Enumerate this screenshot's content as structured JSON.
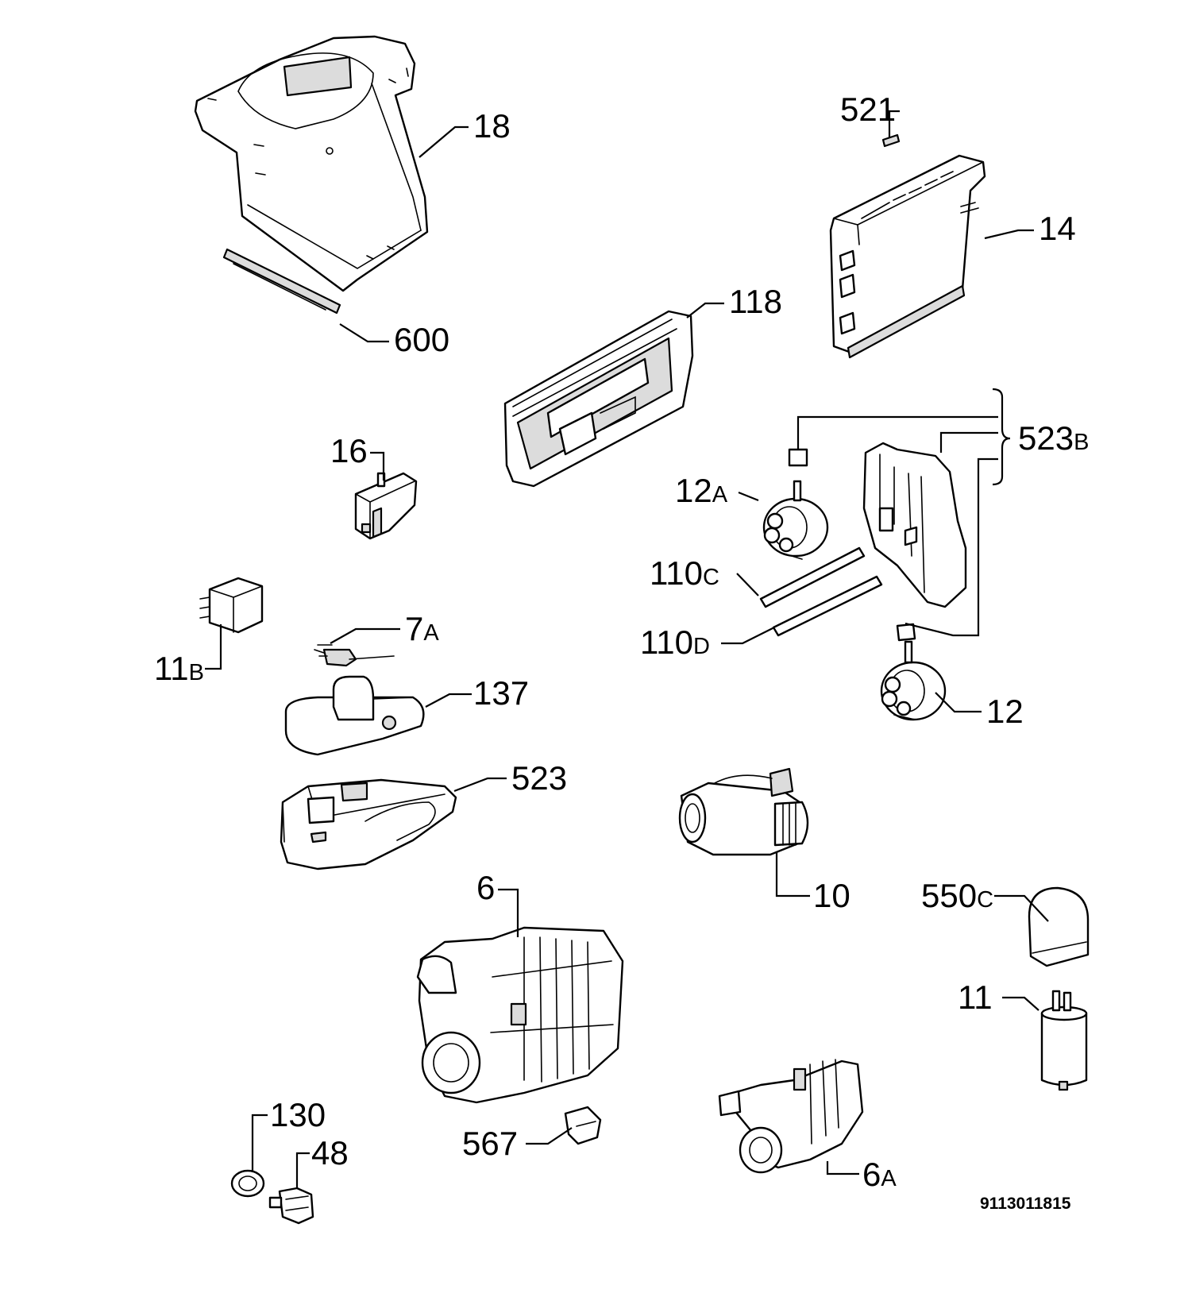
{
  "diagram": {
    "document_number": "9113011815",
    "callouts": {
      "c18": {
        "num": "18",
        "suffix": ""
      },
      "c600": {
        "num": "600",
        "suffix": ""
      },
      "c521": {
        "num": "521",
        "suffix": ""
      },
      "c14": {
        "num": "14",
        "suffix": ""
      },
      "c118": {
        "num": "118",
        "suffix": ""
      },
      "c523b": {
        "num": "523",
        "suffix": "B"
      },
      "c12a": {
        "num": "12",
        "suffix": "A"
      },
      "c16": {
        "num": "16",
        "suffix": ""
      },
      "c110c": {
        "num": "110",
        "suffix": "C"
      },
      "c110d": {
        "num": "110",
        "suffix": "D"
      },
      "c7a": {
        "num": "7",
        "suffix": "A"
      },
      "c11b": {
        "num": "11",
        "suffix": "B"
      },
      "c137": {
        "num": "137",
        "suffix": ""
      },
      "c12": {
        "num": "12",
        "suffix": ""
      },
      "c523": {
        "num": "523",
        "suffix": ""
      },
      "c10": {
        "num": "10",
        "suffix": ""
      },
      "c550c": {
        "num": "550",
        "suffix": "C"
      },
      "c6": {
        "num": "6",
        "suffix": ""
      },
      "c11": {
        "num": "11",
        "suffix": ""
      },
      "c130": {
        "num": "130",
        "suffix": ""
      },
      "c48": {
        "num": "48",
        "suffix": ""
      },
      "c567": {
        "num": "567",
        "suffix": ""
      },
      "c6a": {
        "num": "6",
        "suffix": "A"
      }
    }
  }
}
